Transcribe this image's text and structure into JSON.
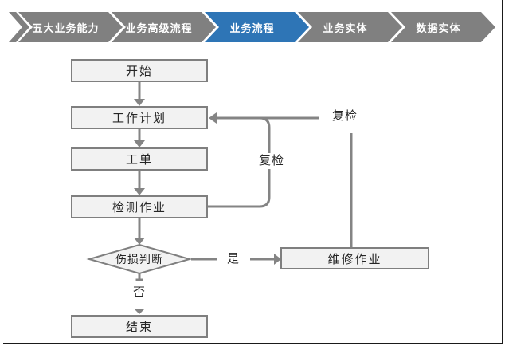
{
  "nav": {
    "items": [
      {
        "label": "五大业务能力",
        "active": false
      },
      {
        "label": "业务高级流程",
        "active": false
      },
      {
        "label": "业务流程",
        "active": true
      },
      {
        "label": "业务实体",
        "active": false
      },
      {
        "label": "数据实体",
        "active": false
      }
    ],
    "colors": {
      "inactive": "#808080",
      "active": "#2E75B6",
      "text": "#FFFFFF"
    }
  },
  "flowchart": {
    "nodes": {
      "start": "开始",
      "work_plan": "工作计划",
      "work_order": "工单",
      "inspection": "检测作业",
      "damage_decision": "伤损判断",
      "repair": "维修作业",
      "end": "结束"
    },
    "edge_labels": {
      "recheck_inner": "复检",
      "recheck_outer": "复检",
      "yes": "是",
      "no": "否"
    },
    "edges": [
      {
        "from": "start",
        "to": "work_plan"
      },
      {
        "from": "work_plan",
        "to": "work_order"
      },
      {
        "from": "work_order",
        "to": "inspection"
      },
      {
        "from": "inspection",
        "to": "damage_decision"
      },
      {
        "from": "damage_decision",
        "to": "repair",
        "label": "是"
      },
      {
        "from": "damage_decision",
        "to": "end",
        "label": "否"
      },
      {
        "from": "inspection",
        "to": "work_plan",
        "label": "复检"
      },
      {
        "from": "repair",
        "to": "work_plan",
        "label": "复检"
      }
    ],
    "colors": {
      "node_fill": "#F2F2F2",
      "node_border": "#7F7F7F",
      "connector": "#848484",
      "text": "#262626"
    }
  }
}
